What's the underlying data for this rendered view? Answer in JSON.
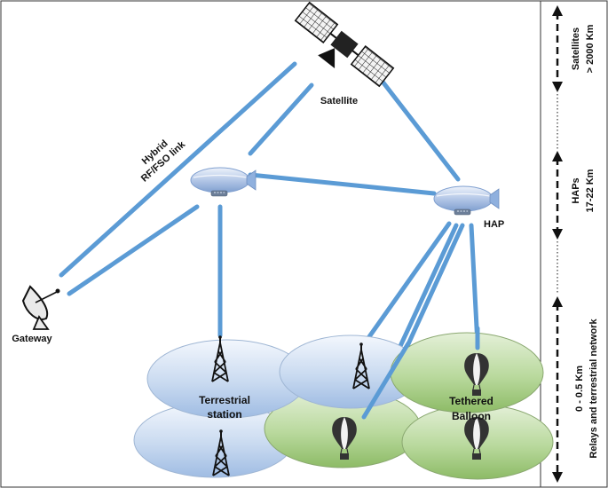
{
  "nodes": {
    "satellite": "Satellite",
    "hap": "HAP",
    "gateway": "Gateway",
    "terrestrial_station": [
      "Terrestrial",
      "station"
    ],
    "tethered_balloon": [
      "Tethered",
      "Balloon"
    ]
  },
  "link_label": [
    "Hybrid",
    "RF/FSO link"
  ],
  "altitude_scale": {
    "satellites": [
      "Satellites",
      "> 2000 Km"
    ],
    "haps": [
      "HAPs",
      "17-22 Km"
    ],
    "relays": [
      "Relays and terrestrial network",
      "0 - 0.5 Km"
    ]
  },
  "colors": {
    "link": "#5b9bd5",
    "cell_blue": "#dbe7f6",
    "cell_green": "#a9d18e",
    "airship": "#b4c7e7",
    "dark": "#222222"
  },
  "icons": [
    "satellite-icon",
    "airship-icon",
    "dish-antenna-icon",
    "tower-icon",
    "balloon-icon"
  ]
}
